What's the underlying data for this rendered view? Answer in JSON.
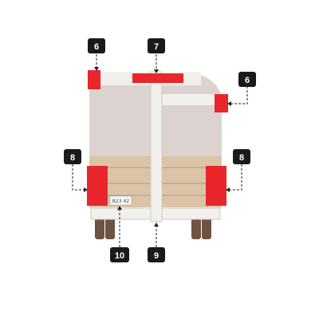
{
  "colors": {
    "upper_body": "#dcd3d1",
    "lower_body": "#dbc4a6",
    "frame": "#f2f0ec",
    "marker": "#e8262b",
    "wheel": "#6e5242",
    "callout_bg": "#1a1a1a",
    "callout_text": "#ffffff"
  },
  "plate": {
    "text": "B23 42"
  },
  "callouts": {
    "top_left": {
      "label": "6"
    },
    "top_center": {
      "label": "7"
    },
    "right_side": {
      "label": "6"
    },
    "left_lamp": {
      "label": "8"
    },
    "right_lamp": {
      "label": "8"
    },
    "plate": {
      "label": "10"
    },
    "post": {
      "label": "9"
    }
  }
}
